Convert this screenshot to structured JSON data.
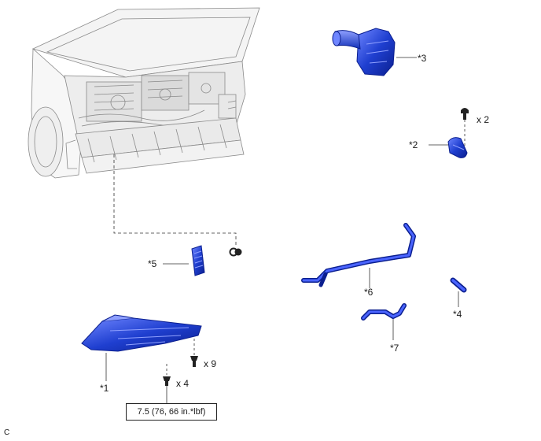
{
  "figure": {
    "corner_code": "C",
    "torque_spec": "7.5 (76, 66 in.*lbf)"
  },
  "parts": {
    "p1": "*1",
    "p2": "*2",
    "p3": "*3",
    "p4": "*4",
    "p5": "*5",
    "p6": "*6",
    "p7": "*7"
  },
  "quantities": {
    "clip_p2": "x 2",
    "bolt_p1": "x 9",
    "screw_p1": "x 4"
  },
  "colors": {
    "part_blue": "#1f3fd0",
    "part_dark": "#0b1f8f",
    "part_light": "#6f86ff",
    "line": "#333333",
    "engine_gray": "#8a8a8a"
  }
}
